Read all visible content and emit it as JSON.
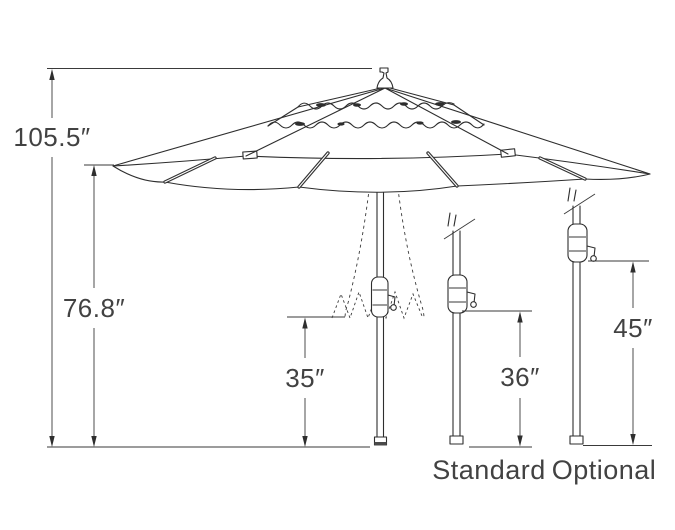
{
  "diagram": {
    "kind": "patio-umbrella-dimension-line-drawing",
    "background": "#ffffff",
    "line_color": "#2e2e2e",
    "text_color": "#424242",
    "dims": {
      "overall_height": "105.5″",
      "canopy_edge_height": "76.8″",
      "closed_canopy_clearance": "35″",
      "standard_pole_height": "36″",
      "optional_pole_height": "45″"
    },
    "pole_variants": [
      {
        "name": "standard",
        "label": "Standard"
      },
      {
        "name": "optional",
        "label": "Optional"
      }
    ]
  }
}
